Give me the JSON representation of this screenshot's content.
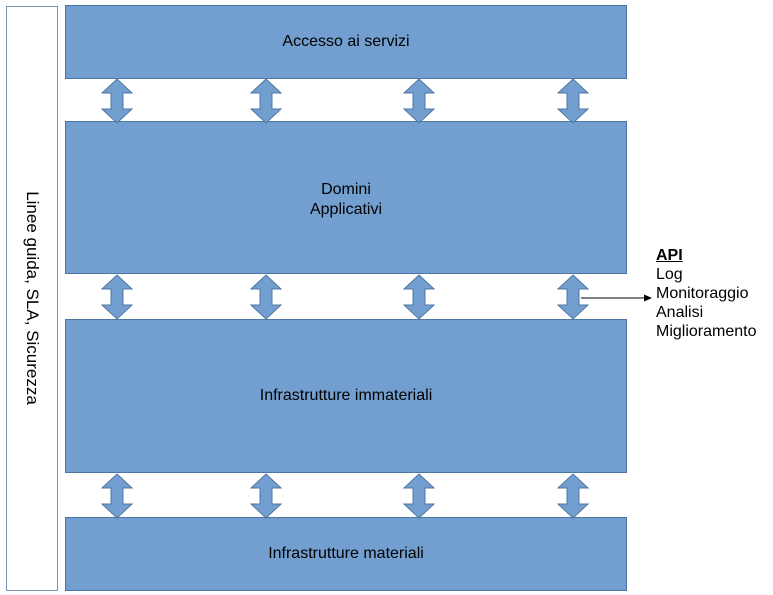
{
  "side": {
    "label": "Linee guida, SLA, Sicurezza"
  },
  "layers": [
    {
      "label": "Accesso ai servizi"
    },
    {
      "label": "Domini\nApplicativi"
    },
    {
      "label": "Infrastrutture immateriali"
    },
    {
      "label": "Infrastrutture materiali"
    }
  ],
  "api": {
    "title": "API",
    "items": [
      "Log",
      "Monitoraggio",
      "Analisi",
      "Miglioramento"
    ]
  },
  "colors": {
    "layer_fill": "#729fcf",
    "layer_border": "#4e76a3",
    "arrow_fill": "#729fcf"
  }
}
